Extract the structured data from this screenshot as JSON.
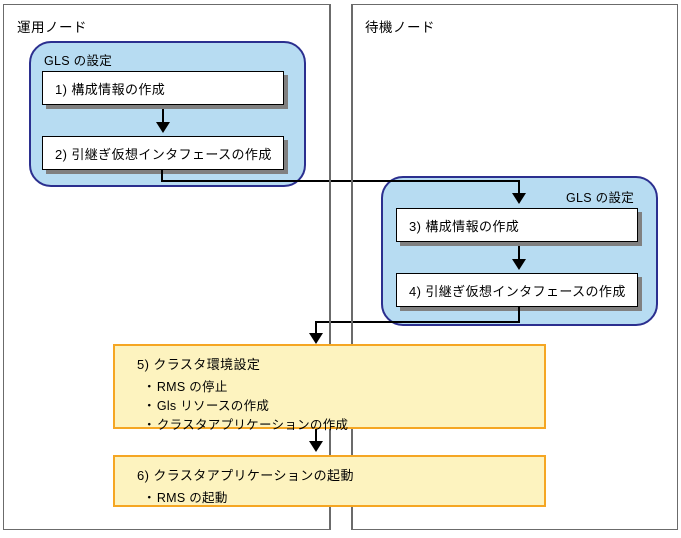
{
  "diagram": {
    "title": "GLS クラスタ環境設定手順",
    "colors": {
      "gls_fill": "#b7dcf2",
      "gls_border": "#2b2f8f",
      "task_fill": "#fdf3bf",
      "task_border": "#f5a623",
      "panel_border": "#6b6b6b",
      "step_shadow": "#808080"
    }
  },
  "panels": [
    {
      "id": "operational",
      "title": "運用ノード"
    },
    {
      "id": "standby",
      "title": "待機ノード"
    }
  ],
  "gls_groups": [
    {
      "id": "gls-operational",
      "title": "GLS の設定"
    },
    {
      "id": "gls-standby",
      "title": "GLS の設定"
    }
  ],
  "steps": [
    {
      "number": "1)",
      "label": "1) 構成情報の作成"
    },
    {
      "number": "2)",
      "label": "2) 引継ぎ仮想インタフェースの作成"
    },
    {
      "number": "3)",
      "label": "3) 構成情報の作成"
    },
    {
      "number": "4)",
      "label": "4) 引継ぎ仮想インタフェースの作成"
    }
  ],
  "tasks": [
    {
      "id": "task-5",
      "heading": "5) クラスタ環境設定",
      "bullets": [
        "RMS の停止",
        "Gls リソースの作成",
        "クラスタアプリケーションの作成"
      ]
    },
    {
      "id": "task-6",
      "heading": "6) クラスタアプリケーションの起動",
      "bullets": [
        "RMS の起動"
      ]
    }
  ]
}
